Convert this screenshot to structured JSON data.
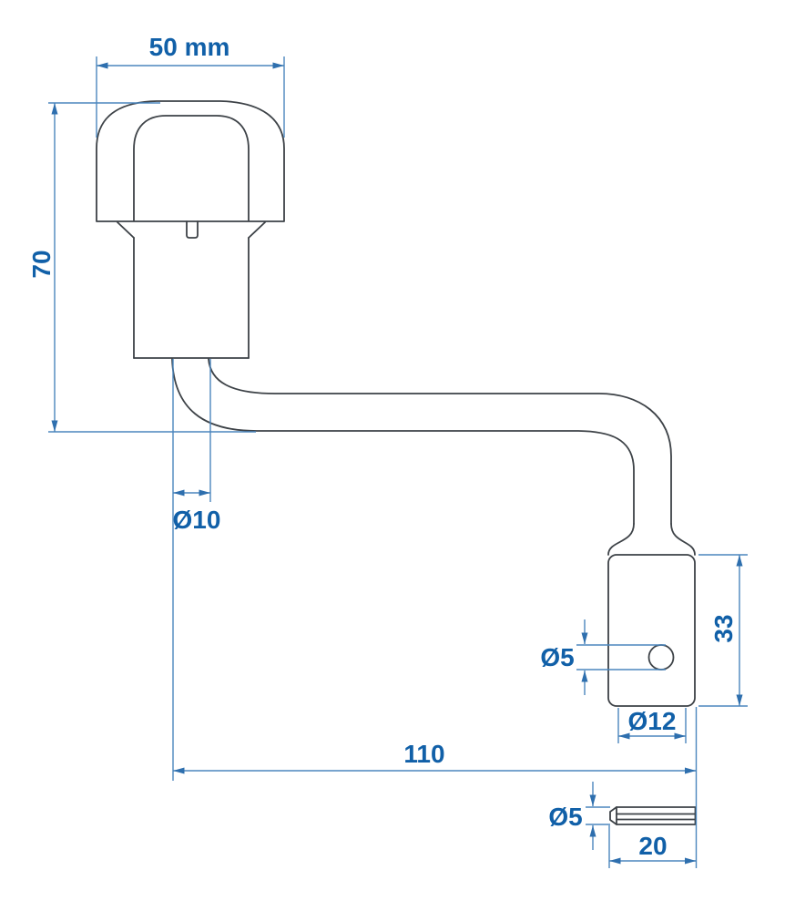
{
  "drawing": {
    "palette": {
      "outline": "#3d4247",
      "dimension_line": "#4b86bd",
      "dimension_text": "#1160a8",
      "arrow": "#2e6fae",
      "background": "#ffffff"
    },
    "labels": {
      "knob_width": "50 mm",
      "overall_height": "70",
      "tube_diameter": "Ø10",
      "overall_length": "110",
      "socket_length": "33",
      "socket_bore_diameter": "Ø12",
      "pin_hole_diameter": "Ø5",
      "pin_diameter": "Ø5",
      "pin_length": "20"
    }
  }
}
